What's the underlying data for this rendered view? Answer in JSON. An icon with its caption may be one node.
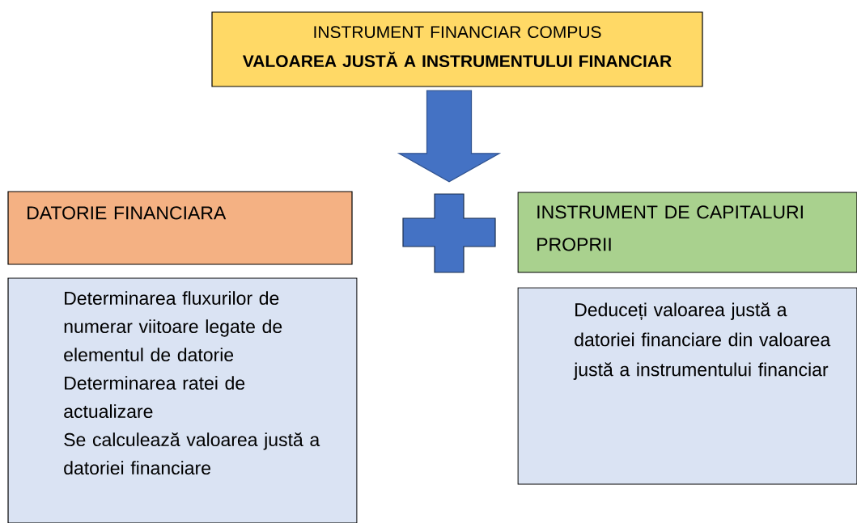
{
  "diagram": {
    "nodes": [
      {
        "text": [
          "INSTRUMENT FINANCIAR COMPUS",
          "VALOAREA JUSTĂ A INSTRUMENTULUI FINANCIAR"
        ]
      },
      {
        "text": [
          "DATORIE FINANCIARA"
        ]
      },
      {
        "text": [],
        "shape": "plus"
      },
      {
        "text": [
          "INSTRUMENT DE CAPITALURI PROPRII"
        ]
      },
      {
        "text": [
          "Determinarea fluxurilor de numerar viitoare legate de elementul de datorie",
          "Determinarea ratei de actualizare",
          "Se calculează valoarea justă a datoriei financiare"
        ]
      },
      {
        "text": [
          "Deduceți valoarea justă a datoriei financiare din valoarea justă a instrumentului financiar"
        ]
      }
    ],
    "edges": [
      {
        "from": 0,
        "to": 2,
        "arrow": "to",
        "style": "thick"
      }
    ]
  }
}
